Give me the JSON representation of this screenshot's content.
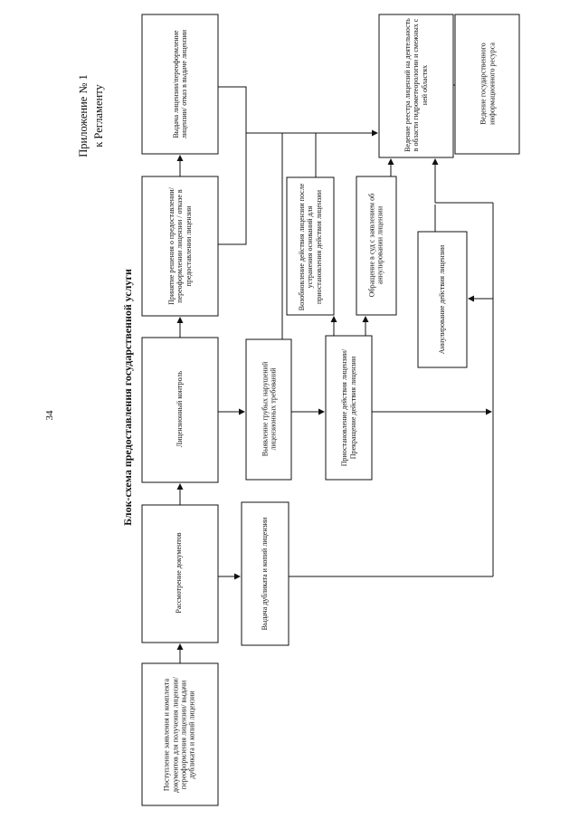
{
  "page": {
    "number": "34",
    "appendix_line1": "Приложение № 1",
    "appendix_line2": "к Регламенту",
    "title": "Блок-схема предоставления государственной услуги"
  },
  "boxes": {
    "application": "Поступление заявления и комплекта документов для получения лицензии/переоформления лицензии/ выдачи дубликата и копий лицензии",
    "review": "Рассмотрение документов",
    "license_control": "Лицензионный контроль",
    "decision": "Принятие решения о предоставлении/переоформлении лицензии / отказе в предоставлении лицензии",
    "issuance": "Выдача лицензии/переоформление лицензии/ отказ в выдаче лицензии",
    "duplicate": "Выдача дубликата и копий лицензии",
    "violations": "Выявление грубых нарушений лицензионных требований",
    "resumption": "Возобновление действия лицензии после устранения оснований для приостановления действия лицензии",
    "suspension": "Приостановление действия лицензии/ Прекращение действия лицензии",
    "court": "Обращение в суд с заявлением об аннулировании лицензии",
    "annulment": "Аннулирование действия лицензии",
    "registry": "Ведение реестра лицензий на деятельность в области гидрометеорологии и смежных с ней областях",
    "state_resource": "Ведение государственного информационного ресурса"
  },
  "style": {
    "line_color": "#111111",
    "box_border": "#111111"
  }
}
